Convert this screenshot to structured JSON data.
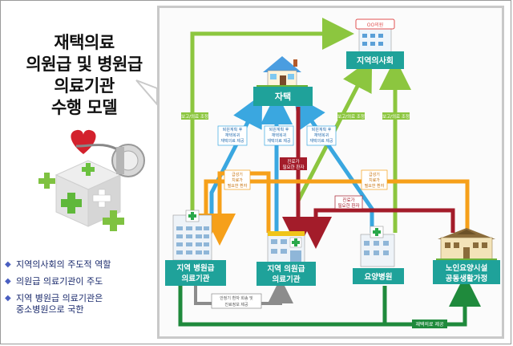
{
  "title": {
    "line1": "재택의료",
    "line2": "의원급 및 병원급",
    "line3": "의료기관",
    "line4": "수행 모델"
  },
  "bullets": [
    {
      "text": "지역의사회의 주도적 역할"
    },
    {
      "text": "의원급 의료기관이 주도"
    },
    {
      "line1": "지역 병원급 의료기관은",
      "line2": "중소병원으로 국한"
    }
  ],
  "nodes": {
    "home": "자택",
    "medical_assoc": "지역의사회",
    "hospital_line1": "지역 병원급",
    "hospital_line2": "의료기관",
    "clinic_line1": "지역 의원급",
    "clinic_line2": "의료기관",
    "nursing_hospital": "요양병원",
    "elderly_line1": "노인요양시설",
    "elderly_line2": "공동생활가정"
  },
  "labels": {
    "report_coord_left": "보고/의료 조정",
    "report_coord_mid": "보고/의료 조정",
    "report_coord_right": "보고/의료 조정",
    "discharge1": [
      "퇴원계획 후",
      "재택복귀",
      "재택의료 제공"
    ],
    "discharge2": [
      "퇴원계획 후",
      "재택복귀",
      "재택의료 제공"
    ],
    "discharge3": [
      "퇴원계획 후",
      "재택복귀",
      "재택의료 제공"
    ],
    "need_care1": [
      "진료가",
      "필요한 환자"
    ],
    "acute1": [
      "급성기",
      "치료가",
      "필요한 환자"
    ],
    "acute2": [
      "급성기",
      "치료가",
      "필요한 환자"
    ],
    "need_care2": [
      "진료가",
      "필요한 환자"
    ],
    "stable_patient": [
      "안정기 환자 회송 및",
      "진료정보 제공"
    ],
    "home_medical_provide": "재택의료 제공",
    "sign_text": "OO의원"
  },
  "colors": {
    "teal": "#1fa29a",
    "green": "#8cc63f",
    "skyblue": "#3aa7e0",
    "orange": "#f6a01a",
    "darkred": "#a31c2a",
    "darkgreen": "#1f8a3c",
    "gray": "#8c8c8c"
  }
}
